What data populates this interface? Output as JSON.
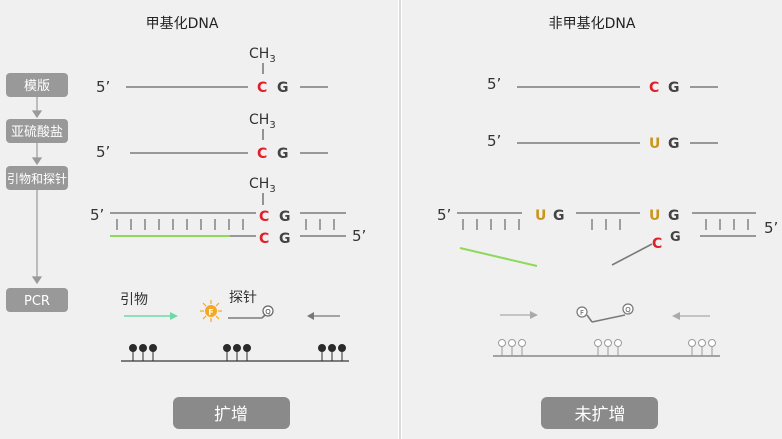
{
  "colors": {
    "panel_bg": "#f0f0f0",
    "step_box": "#999999",
    "strand": "#7a7a7a",
    "cytosine_red": "#e0202a",
    "uracil_gold": "#c9961a",
    "primer_green": "#8ed85a",
    "fluor_orange": "#f5a623",
    "result_box": "#8a8a8a"
  },
  "left_panel": {
    "title": "甲基化DNA",
    "methyl_group": "CH",
    "methyl_subscript": "3",
    "five_prime": "5’",
    "base_c": "C",
    "base_g": "G",
    "primer_label": "引物",
    "probe_label": "探针",
    "fluor_label": "F",
    "quencher_label": "Q",
    "result": "扩增"
  },
  "right_panel": {
    "title": "非甲基化DNA",
    "five_prime": "5’",
    "base_c": "C",
    "base_g": "G",
    "base_u": "U",
    "fluor_label": "F",
    "quencher_label": "Q",
    "result": "未扩增"
  },
  "steps": [
    {
      "label": "模版"
    },
    {
      "label": "亚硫酸盐"
    },
    {
      "label": "引物和探针"
    },
    {
      "label": "PCR"
    }
  ]
}
